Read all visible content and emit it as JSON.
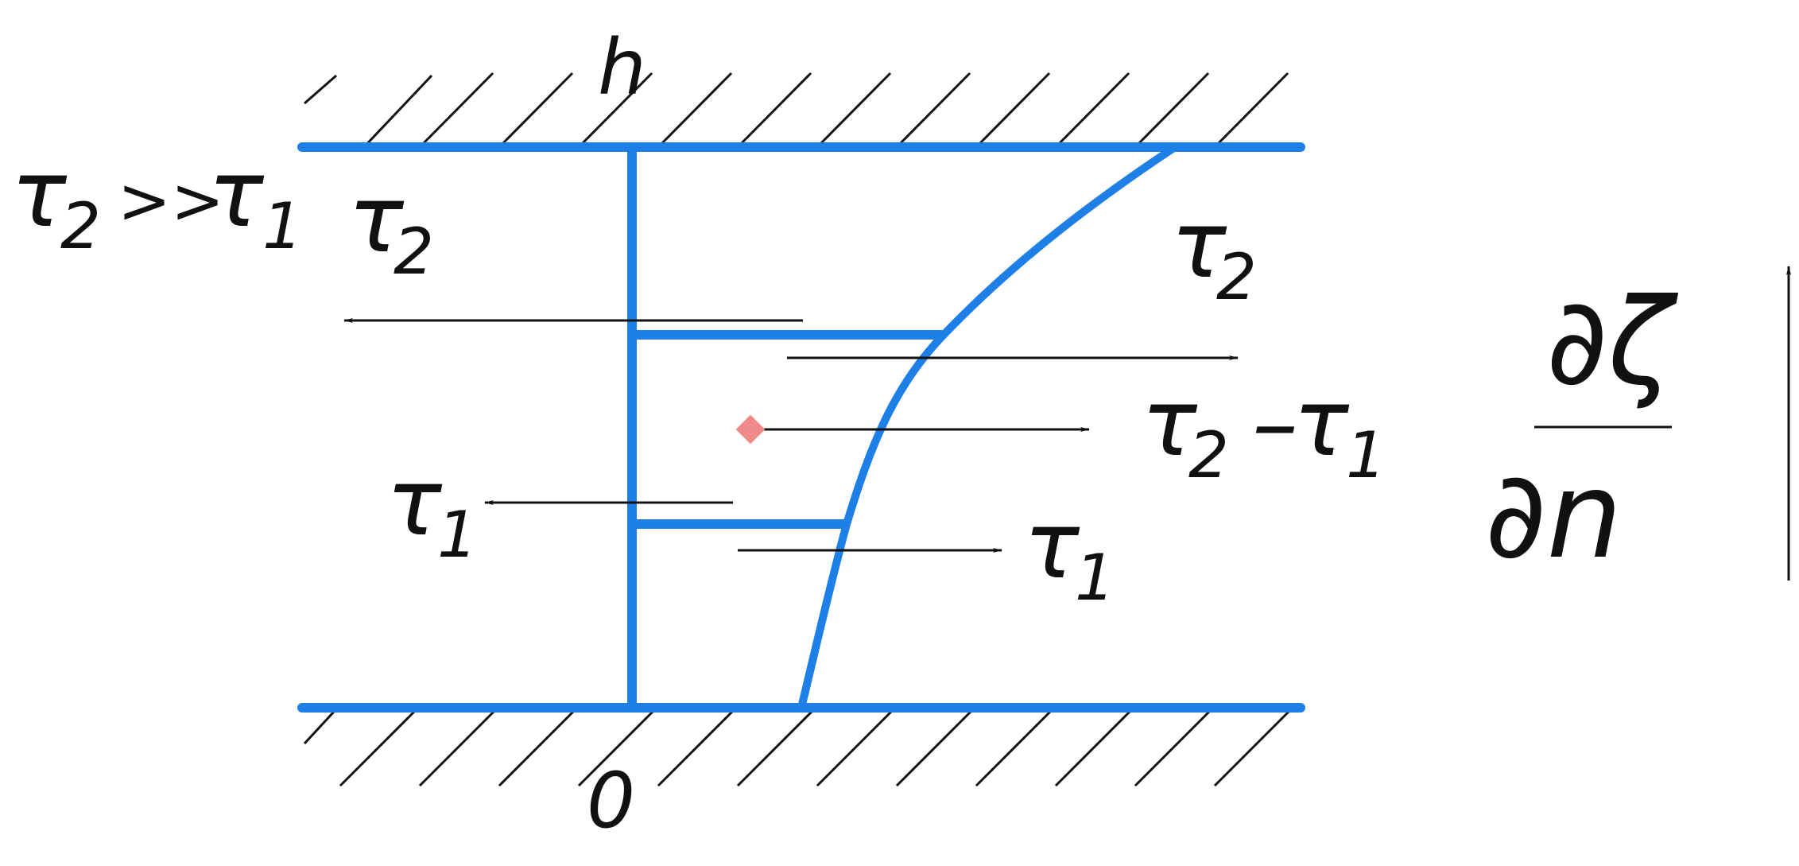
{
  "colors": {
    "profile": "#1e7fe6",
    "ink": "#111111",
    "marker": "#f08a8a"
  },
  "labels": {
    "axis_top": "h",
    "axis_bottom": "0",
    "condition": {
      "tau": "τ",
      "sub2": "2",
      "rel": ">>",
      "tau2": "τ",
      "sub1": "1"
    },
    "upper_left": {
      "tau": "τ",
      "sub": "2"
    },
    "upper_right": {
      "tau": "τ",
      "sub": "2"
    },
    "middle": {
      "tau": "τ",
      "sub2": "2",
      "minus": "–",
      "tau2": "τ",
      "sub1": "1"
    },
    "lower_left": {
      "tau": "τ",
      "sub": "1"
    },
    "lower_right": {
      "tau": "τ",
      "sub": "1"
    },
    "derivative": {
      "numerator": "∂ζ",
      "denominator": "∂n"
    }
  }
}
